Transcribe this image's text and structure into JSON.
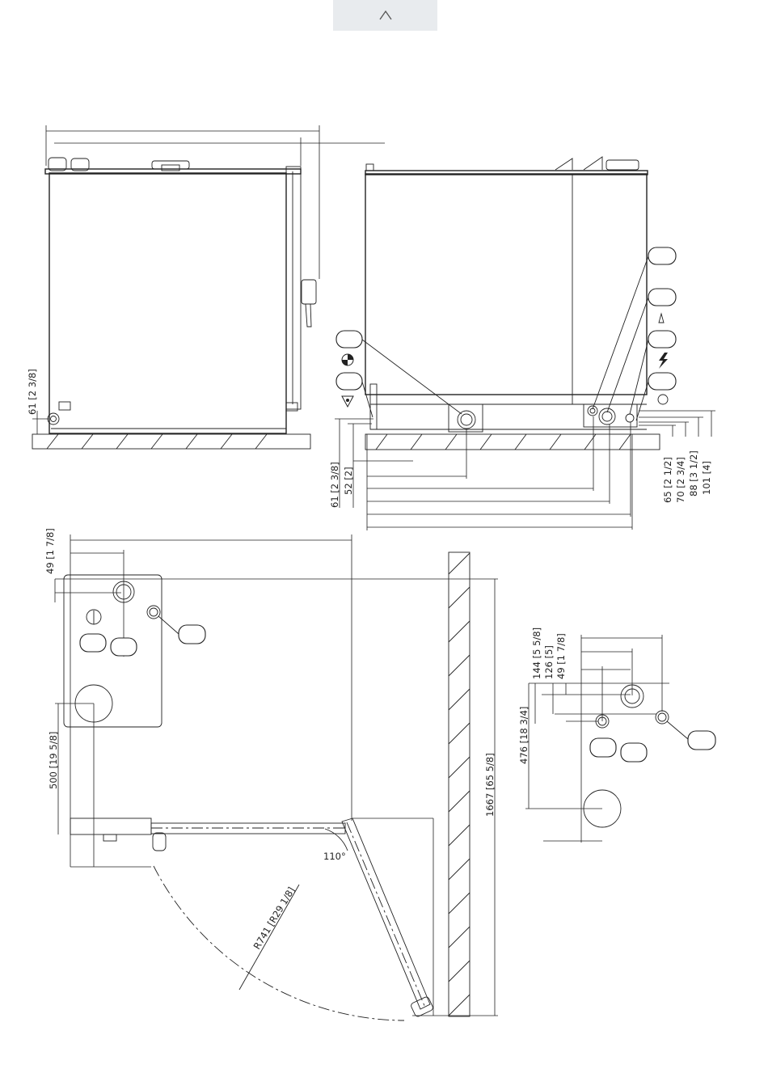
{
  "nav": {
    "scroll_top_icon": "chevron-up-icon"
  },
  "front_view": {
    "height_label": "61 [2 3/8]"
  },
  "side_view": {
    "left_labels": [
      "61 [2 3/8]",
      "52 [2]"
    ],
    "right_labels": [
      "65 [2 1/2]",
      "70 [2 3/4]",
      "88 [3 1/2]",
      "101 [4]"
    ],
    "icons": [
      "triangle-up-icon",
      "lightning-icon",
      "circle-icon",
      "ground-symbol-icon",
      "drain-funnel-icon"
    ]
  },
  "plan_view": {
    "top_label": "49 [1 7/8]",
    "side_label": "500 [19 5/8]",
    "depth_label": "1667 [65 5/8]",
    "radius_label": "R741 [R29 1/8]",
    "angle_label": "110°"
  },
  "detail_view": {
    "labels": [
      "144 [5 5/8]",
      "126 [5]",
      "49 [1 7/8]",
      "476 [18 3/4]"
    ]
  }
}
